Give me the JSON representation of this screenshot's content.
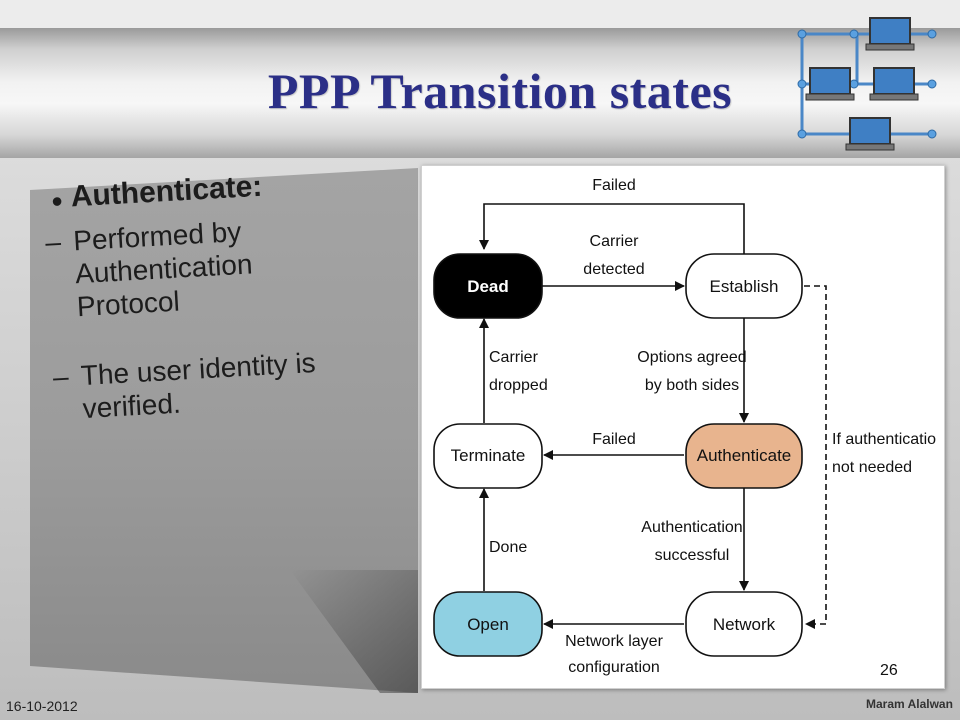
{
  "slide": {
    "title": "PPP Transition states",
    "page_number": "26",
    "date": "16-10-2012",
    "author": "Maram Alalwan"
  },
  "bullets": {
    "main": "Authenticate:",
    "subs": [
      "Performed by\nAuthentication\nProtocol",
      "The user identity is\nverified."
    ]
  },
  "diagram": {
    "nodes": {
      "dead": "Dead",
      "establish": "Establish",
      "terminate": "Terminate",
      "authenticate": "Authenticate",
      "open": "Open",
      "network": "Network"
    },
    "edges": {
      "failed_top": "Failed",
      "carrier_detected": [
        "Carrier",
        "detected"
      ],
      "options_agreed": [
        "Options agreed",
        "by both sides"
      ],
      "carrier_dropped": [
        "Carrier",
        "dropped"
      ],
      "failed_mid": "Failed",
      "if_auth_not_needed": [
        "If authenticatio",
        "not needed"
      ],
      "auth_successful": [
        "Authentication",
        "successful"
      ],
      "done": "Done",
      "network_config": [
        "Network layer",
        "configuration"
      ]
    },
    "colors": {
      "dead_fill": "#000000",
      "authenticate_fill": "#e8b48e",
      "open_fill": "#8fd0e2",
      "default_fill": "#ffffff"
    }
  }
}
